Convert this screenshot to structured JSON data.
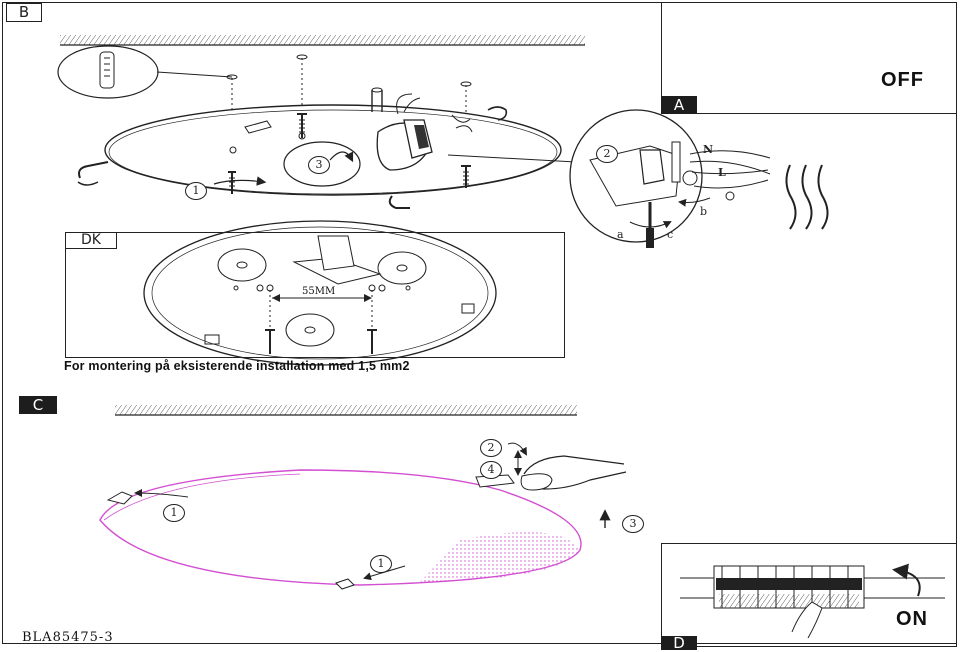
{
  "sections": {
    "B": {
      "label": "B"
    },
    "A": {
      "label": "A",
      "switch_state": "OFF"
    },
    "DK": {
      "label": "DK",
      "dimension": "55MM",
      "caption": "For montering på  eksisterende installation med 1,5 mm2"
    },
    "C": {
      "label": "C"
    },
    "D": {
      "label": "D",
      "switch_state": "ON"
    }
  },
  "steps": {
    "b1": "1",
    "b2": "2",
    "b3": "3",
    "c1a": "1",
    "c1b": "1",
    "c2": "2",
    "c3": "3",
    "c4": "4"
  },
  "wiring": {
    "n": "N",
    "l": "L",
    "a": "a",
    "b": "b",
    "c": "c"
  },
  "document_id": "BLA85475-3",
  "colors": {
    "line": "#222222",
    "lamp_outline": "#d24fd1",
    "hatch": "#555555"
  }
}
